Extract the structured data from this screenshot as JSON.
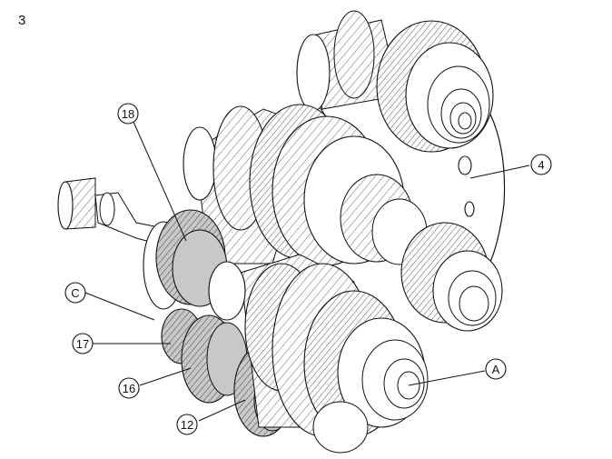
{
  "figure": {
    "number": "3"
  },
  "callouts": [
    {
      "id": "18",
      "label": "18"
    },
    {
      "id": "4",
      "label": "4"
    },
    {
      "id": "C",
      "label": "C"
    },
    {
      "id": "17",
      "label": "17"
    },
    {
      "id": "16",
      "label": "16"
    },
    {
      "id": "12",
      "label": "12"
    },
    {
      "id": "A",
      "label": "A"
    }
  ],
  "colors": {
    "line": "#111111",
    "shade": "#c8c8c8",
    "hatch": "#444444",
    "paper": "#ffffff"
  }
}
